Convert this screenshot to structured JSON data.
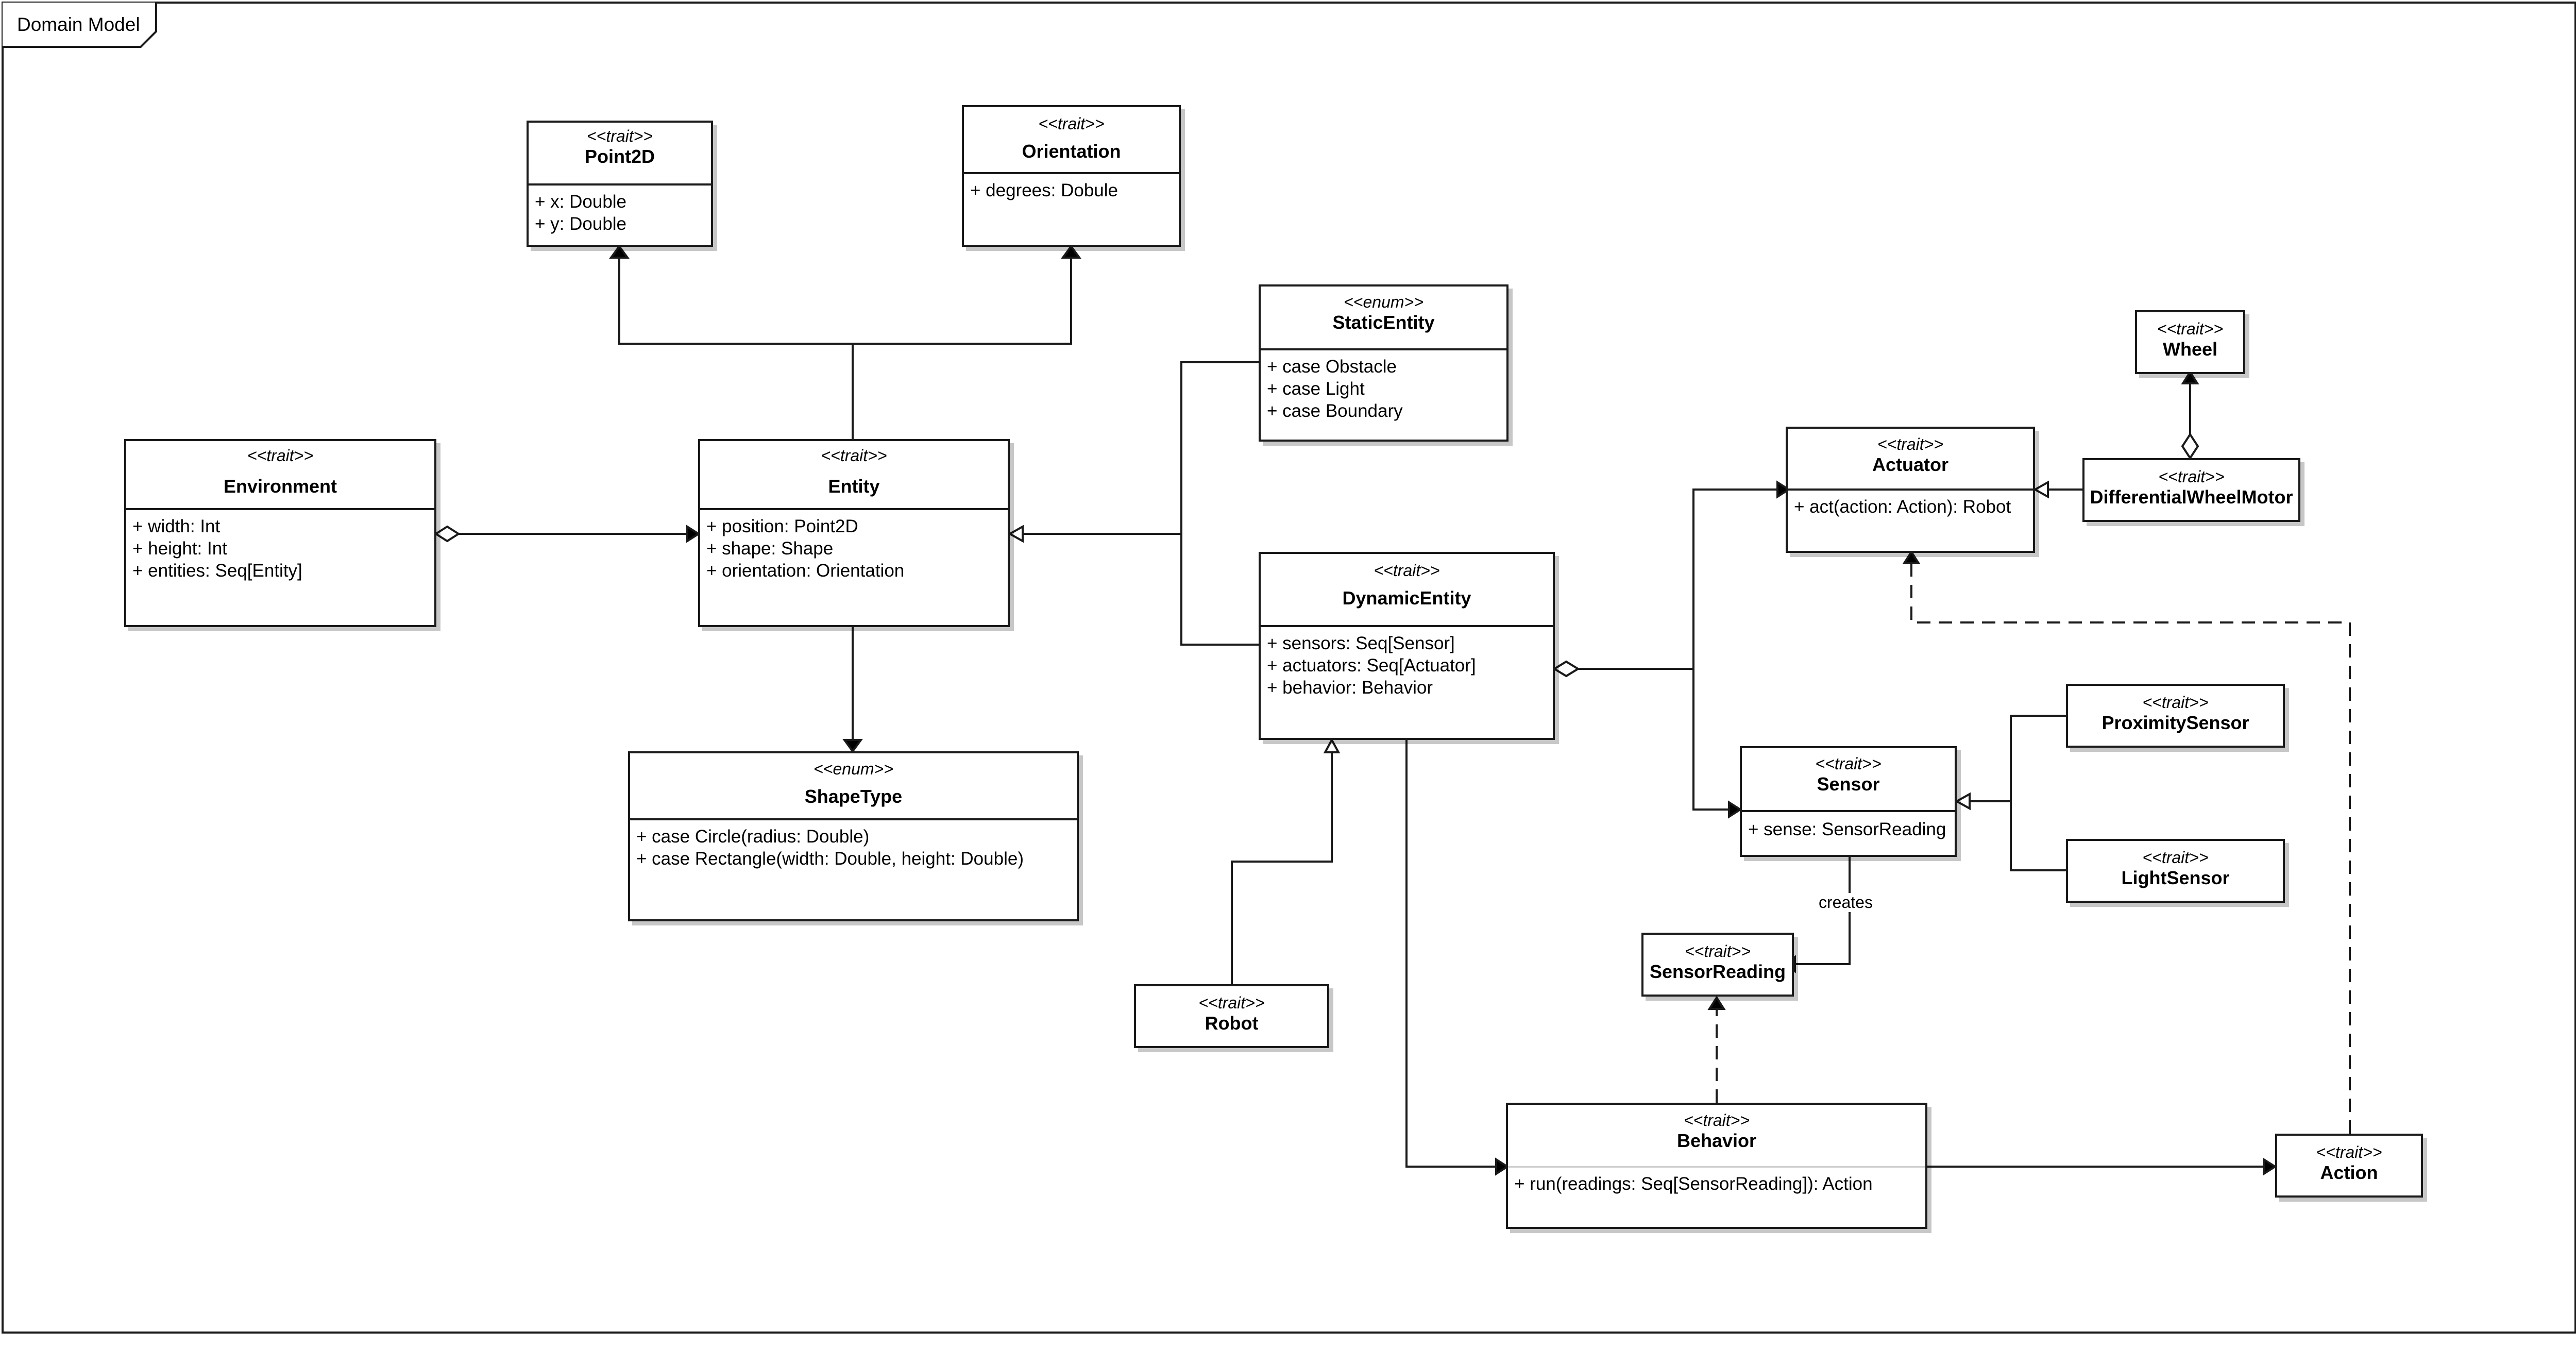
{
  "frame": {
    "title": "Domain Model"
  },
  "classes": {
    "point2d": {
      "stereotype": "<<trait>>",
      "name": "Point2D",
      "attributes": [
        "+ x: Double",
        "+ y: Double"
      ]
    },
    "orientation": {
      "stereotype": "<<trait>>",
      "name": "Orientation",
      "attributes": [
        "+ degrees: Dobule"
      ]
    },
    "static_entity": {
      "stereotype": "<<enum>>",
      "name": "StaticEntity",
      "attributes": [
        "+ case Obstacle",
        "+ case Light",
        "+ case Boundary"
      ]
    },
    "wheel": {
      "stereotype": "<<trait>>",
      "name": "Wheel",
      "attributes": []
    },
    "environment": {
      "stereotype": "<<trait>>",
      "name": "Environment",
      "attributes": [
        "+ width: Int",
        "+ height: Int",
        "+ entities: Seq[Entity]"
      ]
    },
    "entity": {
      "stereotype": "<<trait>>",
      "name": "Entity",
      "attributes": [
        "+ position: Point2D",
        "+ shape: Shape",
        "+ orientation: Orientation"
      ]
    },
    "actuator": {
      "stereotype": "<<trait>>",
      "name": "Actuator",
      "attributes": [
        "+ act(action: Action): Robot"
      ]
    },
    "differential_wheel_motor": {
      "stereotype": "<<trait>>",
      "name": "DifferentialWheelMotor",
      "attributes": []
    },
    "dynamic_entity": {
      "stereotype": "<<trait>>",
      "name": "DynamicEntity",
      "attributes": [
        "+ sensors: Seq[Sensor]",
        "+ actuators: Seq[Actuator]",
        "+ behavior: Behavior"
      ]
    },
    "proximity_sensor": {
      "stereotype": "<<trait>>",
      "name": "ProximitySensor",
      "attributes": []
    },
    "shape_type": {
      "stereotype": "<<enum>>",
      "name": "ShapeType",
      "attributes": [
        "+ case Circle(radius: Double)",
        "+ case Rectangle(width: Double, height: Double)"
      ]
    },
    "sensor": {
      "stereotype": "<<trait>>",
      "name": "Sensor",
      "attributes": [
        "+ sense: SensorReading"
      ]
    },
    "light_sensor": {
      "stereotype": "<<trait>>",
      "name": "LightSensor",
      "attributes": []
    },
    "sensor_reading": {
      "stereotype": "<<trait>>",
      "name": "SensorReading",
      "attributes": []
    },
    "robot": {
      "stereotype": "<<trait>>",
      "name": "Robot",
      "attributes": []
    },
    "behavior": {
      "stereotype": "<<trait>>",
      "name": "Behavior",
      "attributes": [
        "+ run(readings: Seq[SensorReading]): Action"
      ]
    },
    "action": {
      "stereotype": "<<trait>>",
      "name": "Action",
      "attributes": []
    }
  },
  "relations": {
    "creates_label": "creates"
  }
}
